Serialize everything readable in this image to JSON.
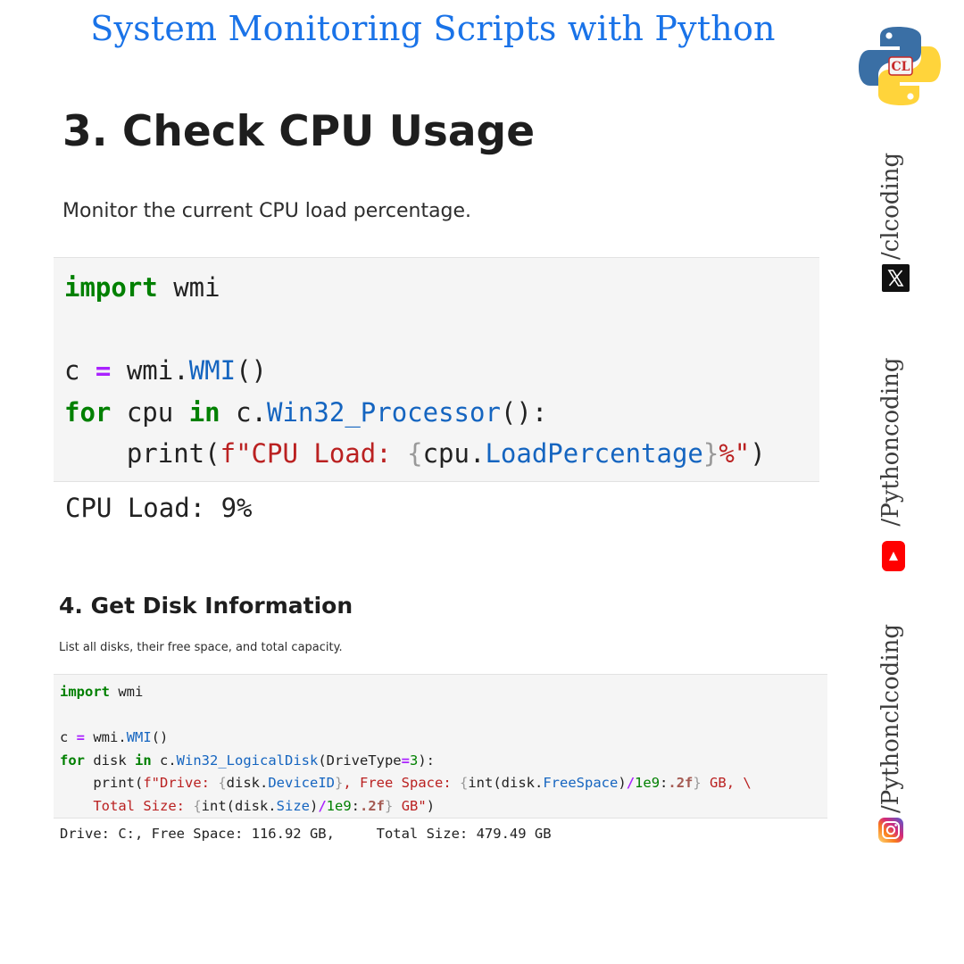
{
  "header": {
    "title": "System Monitoring Scripts with Python"
  },
  "section3": {
    "heading": "3. Check CPU Usage",
    "description": "Monitor the current CPU load percentage.",
    "code_lines": [
      "import wmi",
      "",
      "c = wmi.WMI()",
      "for cpu in c.Win32_Processor():",
      "    print(f\"CPU Load: {cpu.LoadPercentage}%\")"
    ],
    "output": "CPU Load: 9%"
  },
  "section4": {
    "heading": "4. Get Disk Information",
    "description": "List all disks, their free space, and total capacity.",
    "code_lines": [
      "import wmi",
      "",
      "c = wmi.WMI()",
      "for disk in c.Win32_LogicalDisk(DriveType=3):",
      "    print(f\"Drive: {disk.DeviceID}, Free Space: {int(disk.FreeSpace)/1e9:.2f} GB, \\",
      "    Total Size: {int(disk.Size)/1e9:.2f} GB\")"
    ],
    "output": "Drive: C:, Free Space: 116.92 GB,     Total Size: 479.49 GB"
  },
  "sidebar": {
    "logo": {
      "icon": "python-logo-icon",
      "badge_text": "CL"
    },
    "socials": [
      {
        "icon": "x-twitter-icon",
        "handle": "/clcoding"
      },
      {
        "icon": "youtube-icon",
        "handle": "/Pythoncoding"
      },
      {
        "icon": "instagram-icon",
        "handle": "/Pythonclcoding"
      }
    ]
  },
  "colors": {
    "title": "#1a73e8",
    "keyword": "#008000",
    "operator": "#aa22ff",
    "function": "#1565c0",
    "string": "#ba2121",
    "code_background": "#f5f5f5",
    "youtube": "#ff0000",
    "python_blue": "#3a6fa5",
    "python_yellow": "#ffd43b"
  }
}
